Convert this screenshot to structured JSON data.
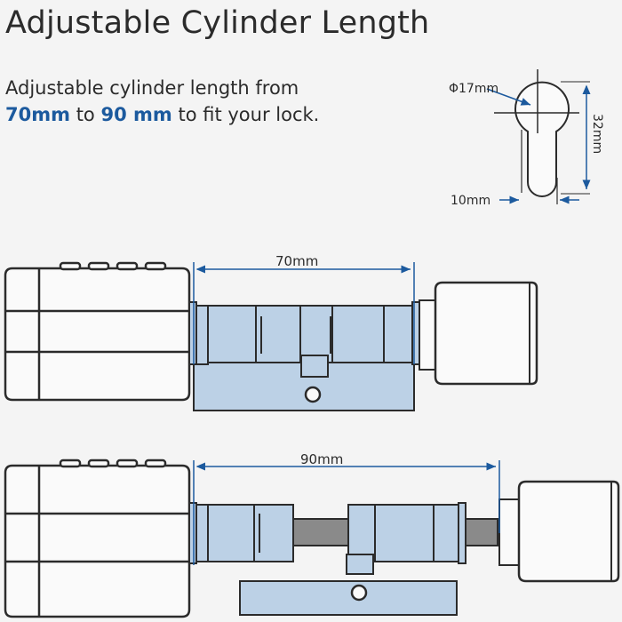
{
  "title": "Adjustable Cylinder Length",
  "subtitle": {
    "line1": "Adjustable cylinder length from",
    "value_min": "70mm",
    "to1": "to",
    "value_max": "90 mm",
    "tail": "to fit your lock."
  },
  "profile_dims": {
    "diameter": "Φ17mm",
    "height": "32mm",
    "width": "10mm"
  },
  "cylinders": {
    "short_label": "70mm",
    "long_label": "90mm"
  },
  "colors": {
    "accent": "#1c5a9e",
    "body_fill": "#bcd1e6",
    "outline": "#2b2b2b",
    "shaft": "#8a8a8a"
  }
}
